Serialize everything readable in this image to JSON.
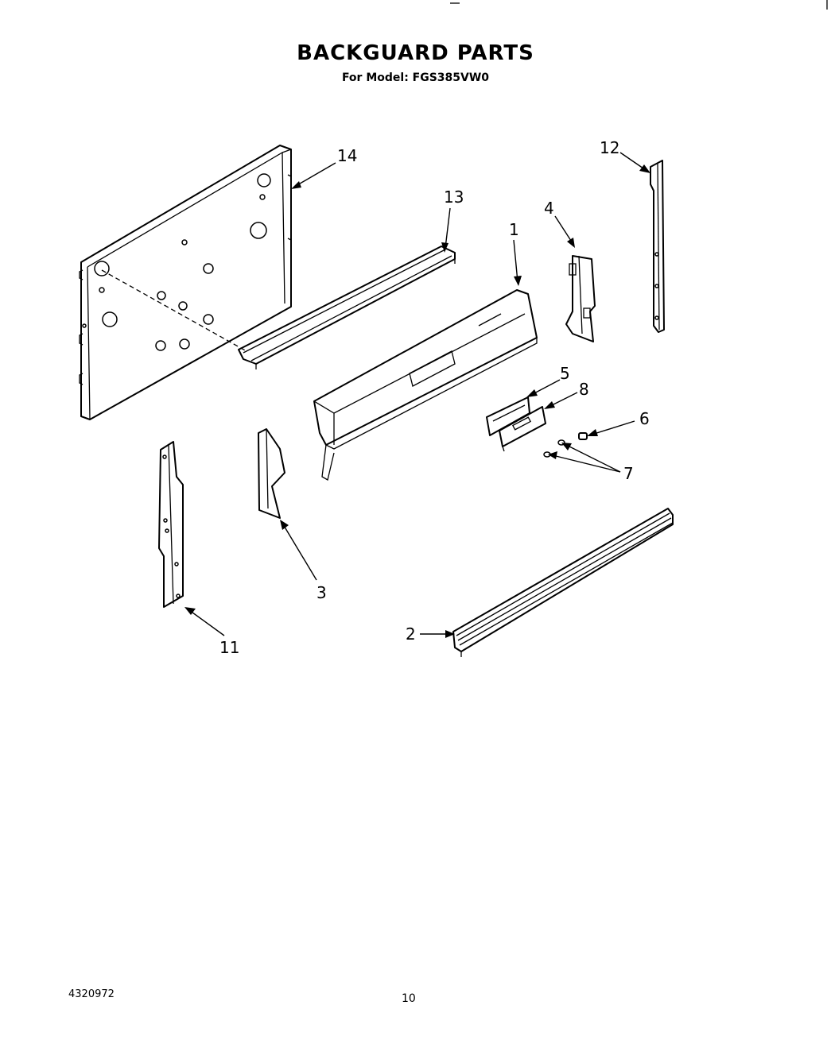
{
  "header": {
    "title": "BACKGUARD PARTS",
    "subtitle": "For Model: FGS385VW0"
  },
  "callouts": [
    {
      "id": "1",
      "label": "1"
    },
    {
      "id": "2",
      "label": "2"
    },
    {
      "id": "3",
      "label": "3"
    },
    {
      "id": "4",
      "label": "4"
    },
    {
      "id": "5",
      "label": "5"
    },
    {
      "id": "6",
      "label": "6"
    },
    {
      "id": "7",
      "label": "7"
    },
    {
      "id": "8",
      "label": "8"
    },
    {
      "id": "11",
      "label": "11"
    },
    {
      "id": "12",
      "label": "12"
    },
    {
      "id": "13",
      "label": "13"
    },
    {
      "id": "14",
      "label": "14"
    }
  ],
  "footer": {
    "doc_number": "4320972",
    "page_number": "10"
  }
}
